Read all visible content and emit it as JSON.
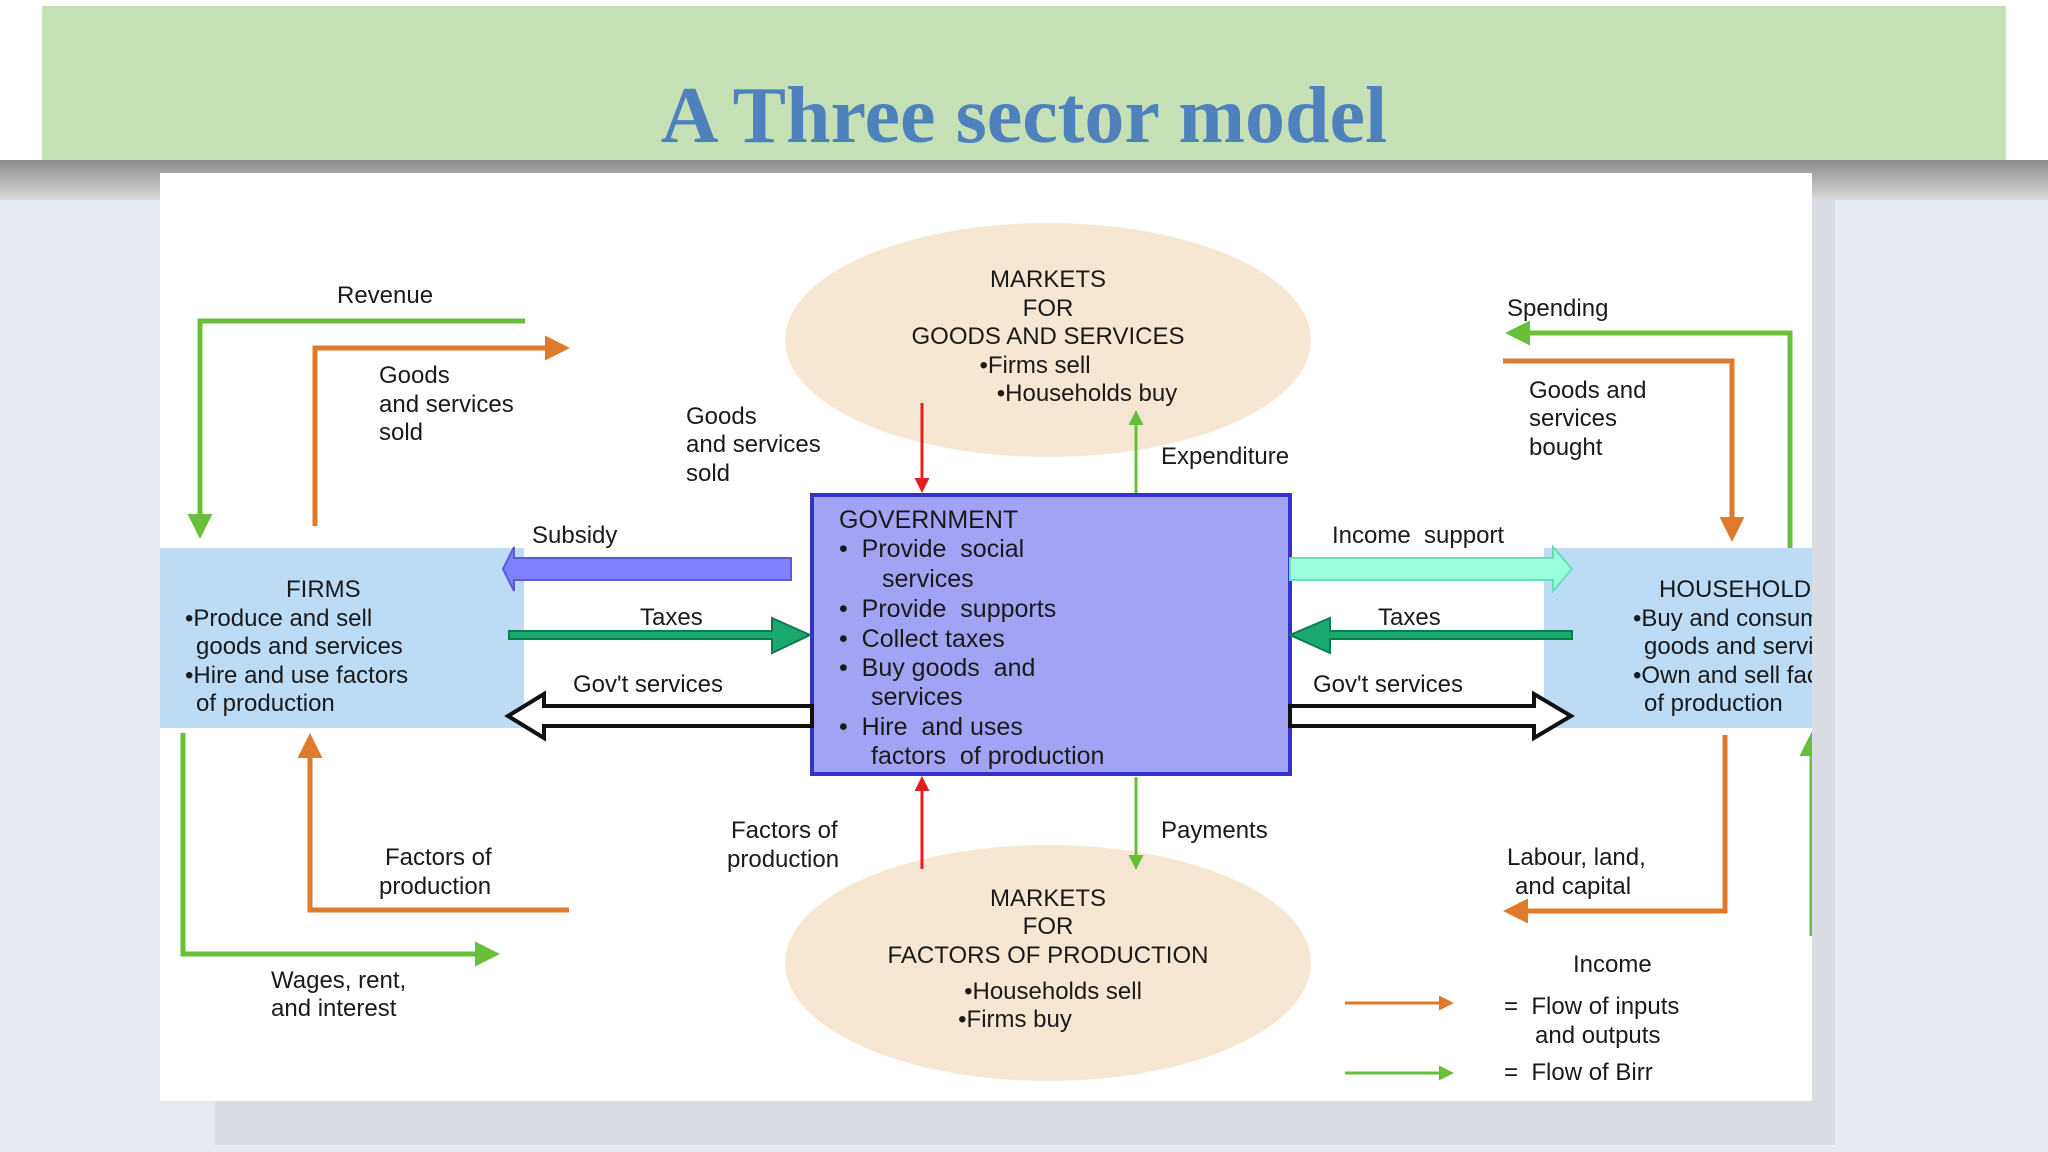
{
  "slide": {
    "title": "A Three sector model"
  },
  "diagram": {
    "markets_goods": {
      "lines": [
        "MARKETS",
        "FOR",
        "GOODS  AND SERVICES",
        "•Firms sell",
        "•Households buy"
      ]
    },
    "markets_factors": {
      "lines": [
        "MARKETS",
        "FOR",
        "FACTORS  OF PRODUCTION",
        "•Households sell",
        "•Firms buy"
      ]
    },
    "firms": {
      "lines": [
        "FIRMS",
        "•Produce and sell",
        "goods and services",
        "•Hire and use factors",
        "of production"
      ]
    },
    "households": {
      "lines": [
        "HOUSEHOLDS",
        "•Buy and consume",
        "goods and services",
        "•Own and sell factors",
        "of production"
      ]
    },
    "government": {
      "lines": [
        "GOVERNMENT",
        "•  Provide  social",
        "services",
        "•  Provide  supports",
        "•  Collect taxes",
        "•  Buy goods  and",
        "services",
        "•  Hire  and uses",
        "factors  of production"
      ]
    },
    "flow_labels": {
      "revenue": "Revenue",
      "goods_sold_left": [
        "Goods",
        "and services",
        "sold"
      ],
      "goods_sold_center": [
        "Goods",
        "and services",
        "sold"
      ],
      "expenditure": "Expenditure",
      "spending": "Spending",
      "goods_bought": [
        "Goods and",
        "services",
        "bought"
      ],
      "subsidy": "Subsidy",
      "income_support": "Income  support",
      "taxes_left": "Taxes",
      "taxes_right": "Taxes",
      "govt_services_left": "Gov't services",
      "govt_services_right": "Gov't services",
      "factors_left": [
        "Factors of",
        "production"
      ],
      "factors_center": [
        "Factors of",
        "production"
      ],
      "payments": "Payments",
      "labour": [
        "Labour, land,",
        "and capital"
      ],
      "wages": [
        "Wages, rent,",
        "and interest"
      ],
      "income": "Income"
    },
    "legend": {
      "inputs": [
        "=  Flow of inputs",
        "and outputs"
      ],
      "birr": "=  Flow of Birr"
    },
    "colors": {
      "inputs_outputs": "#e07a2b",
      "money": "#6abf3a",
      "government_fill": "#a3a3f5",
      "government_border": "#3333cc",
      "sector_fill": "#bcdcf6",
      "market_fill": "#f6e7d4",
      "subsidy": "#8080ff",
      "income_support": "#99ffdd",
      "taxes": "#1aaa70",
      "center_flow": "#e02020"
    }
  }
}
